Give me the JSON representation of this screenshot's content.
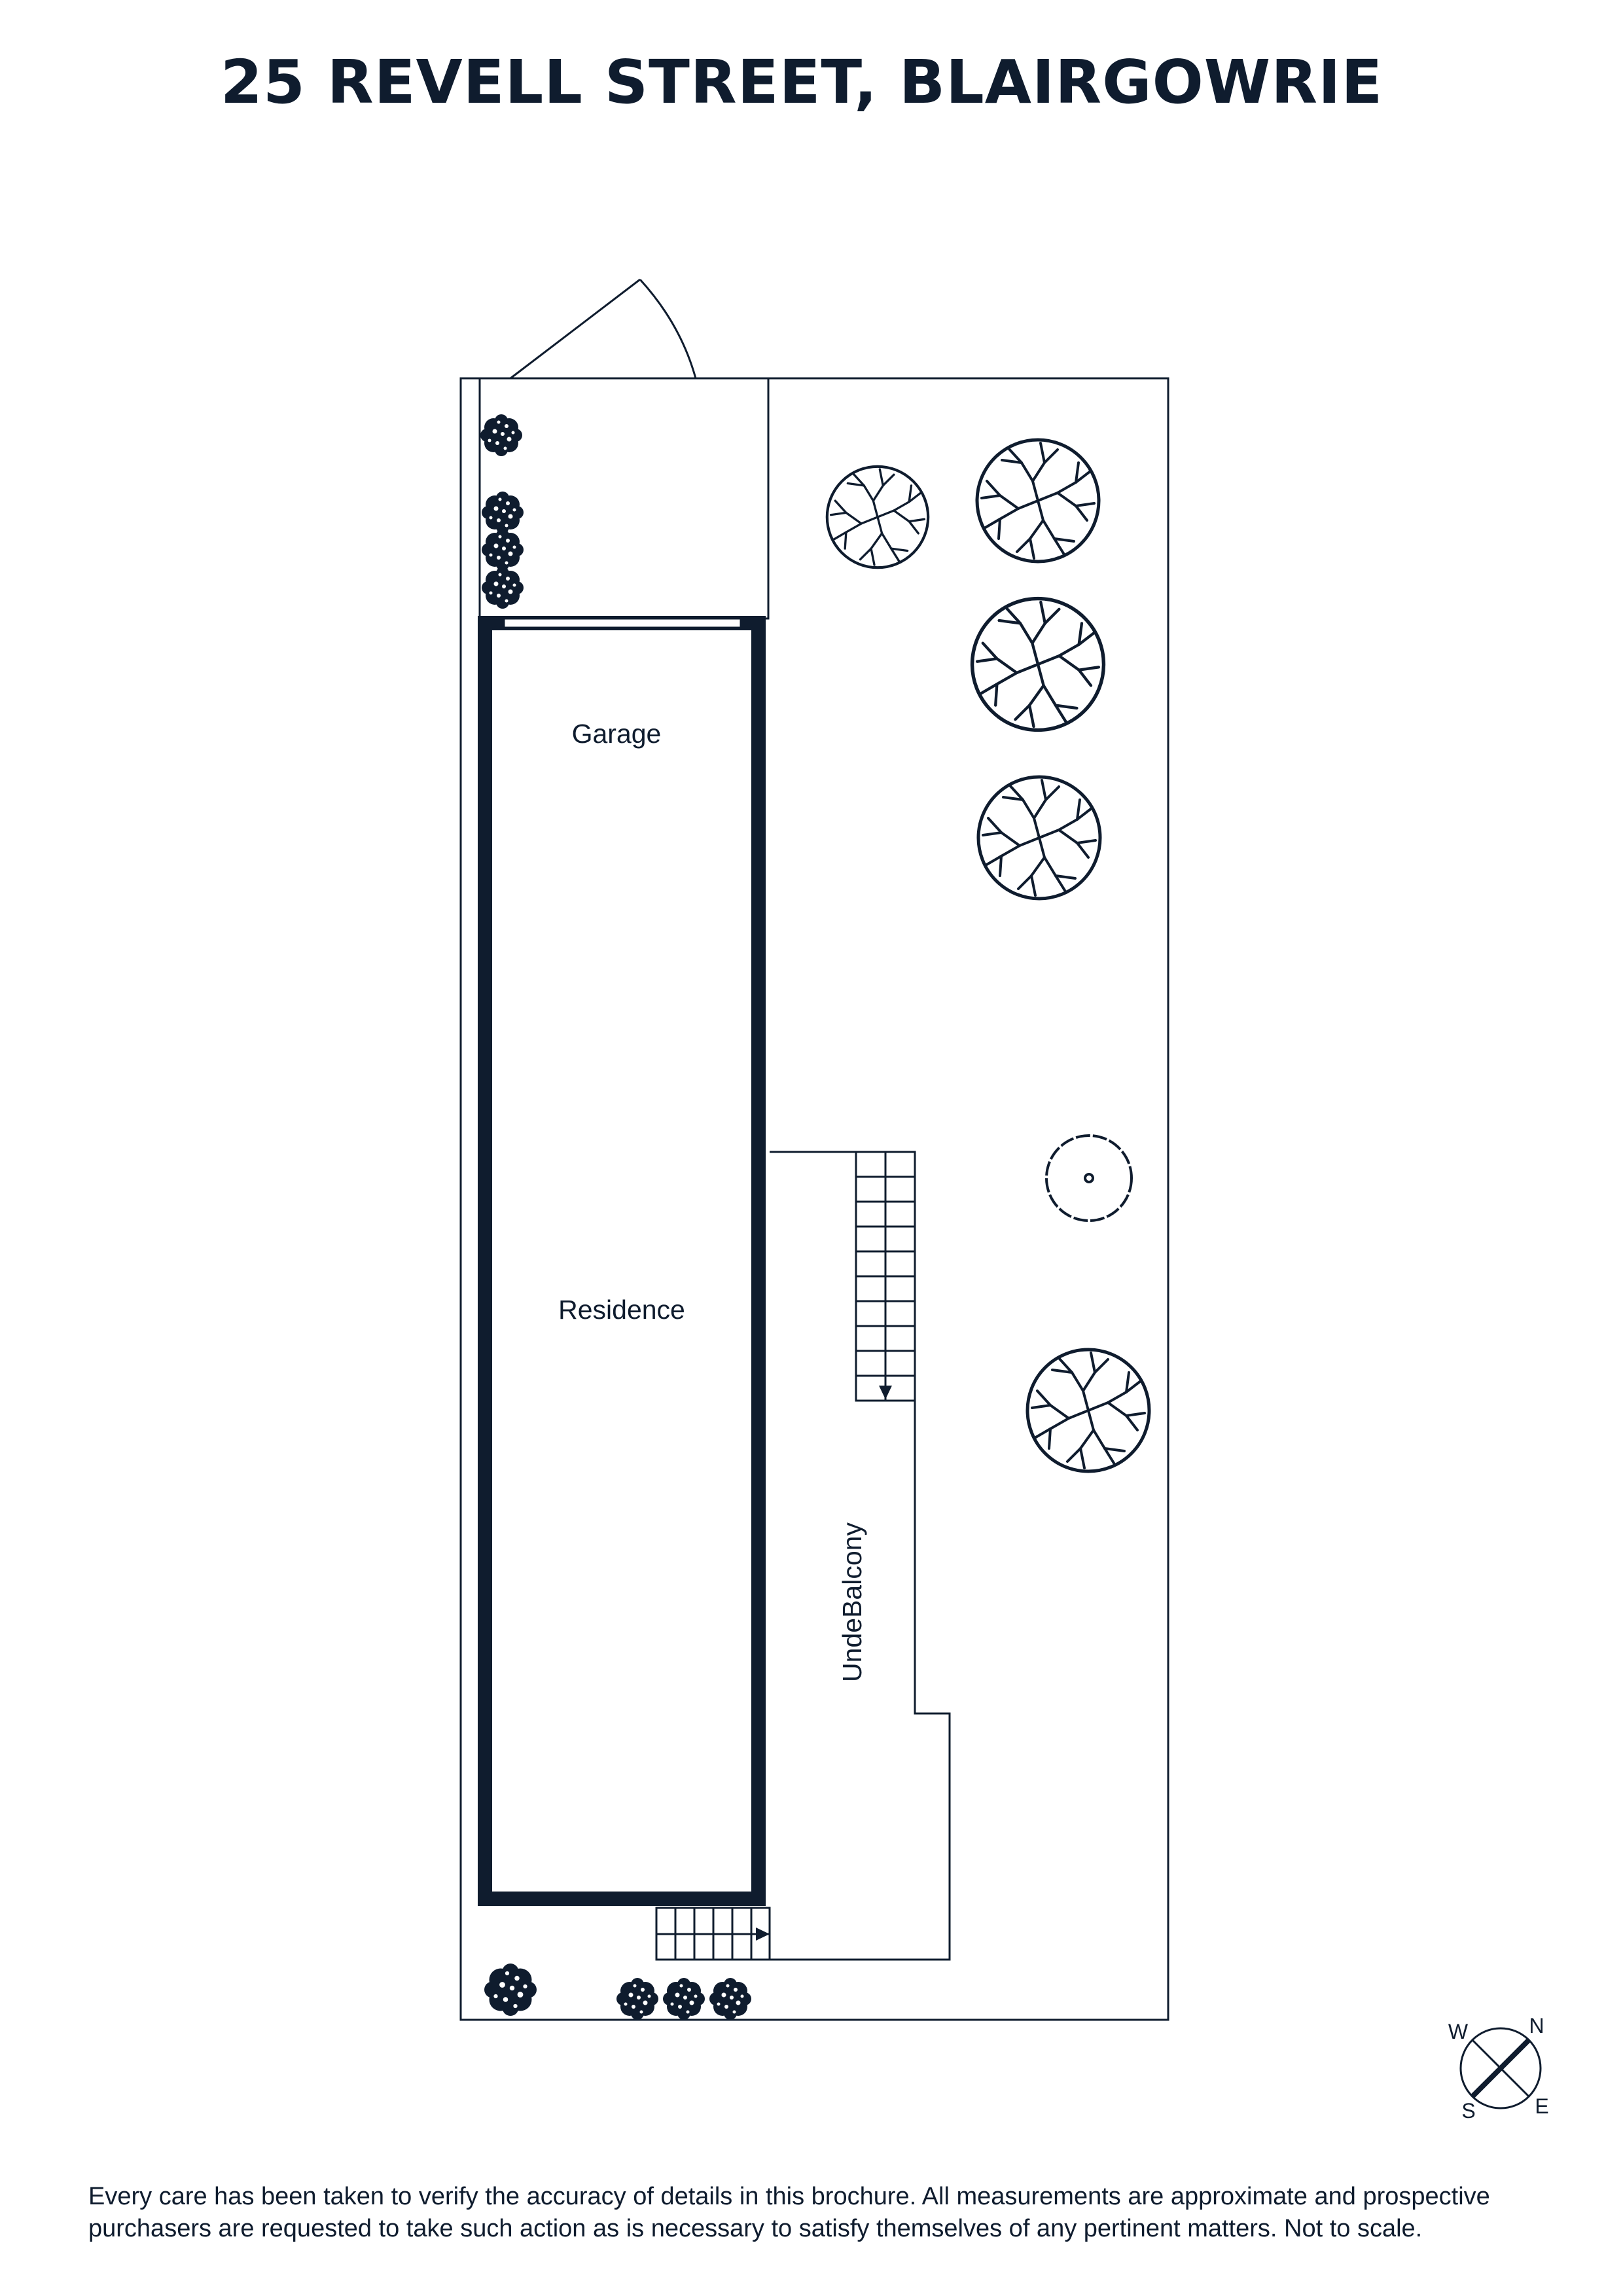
{
  "title": "25 REVELL STREET, BLAIRGOWRIE",
  "rooms": {
    "garage": "Garage",
    "residence": "Residence",
    "balcony": "UndeBalcony"
  },
  "compass": {
    "n": "N",
    "e": "E",
    "s": "S",
    "w": "W"
  },
  "disclaimer": {
    "line1": "Every care has been taken to verify the accuracy of details in this brochure. All measurements are approximate and prospective",
    "line2": "purchasers are requested to take such action as is necessary to satisfy themselves of any pertinent matters. Not to scale."
  },
  "colors": {
    "ink": "#0f1c2e",
    "background": "#ffffff"
  }
}
